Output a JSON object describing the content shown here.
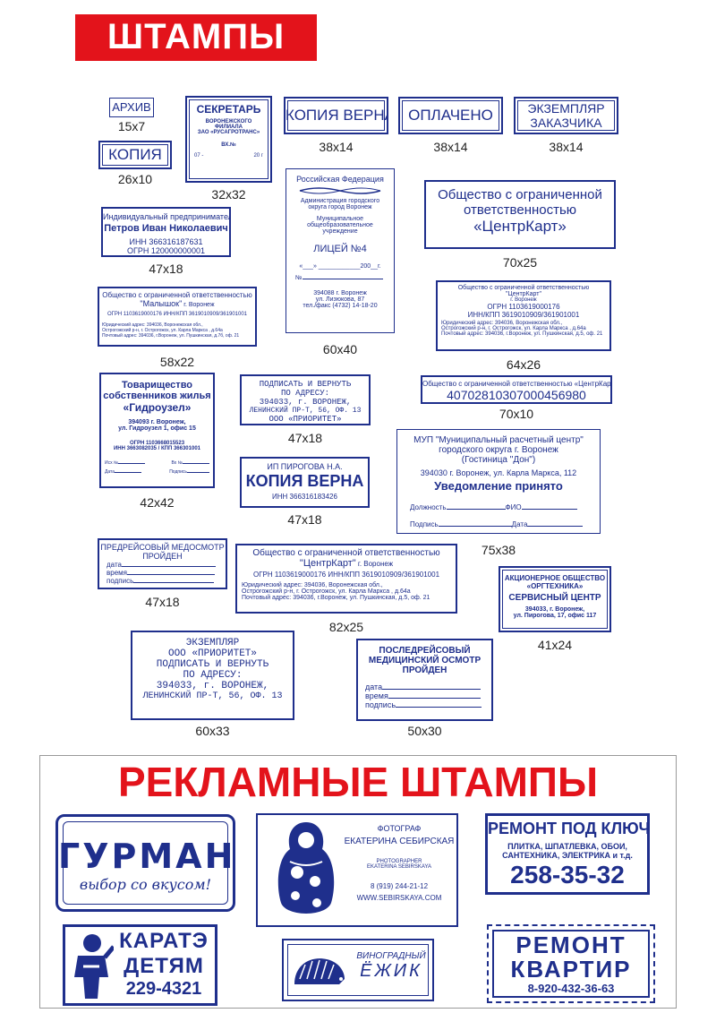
{
  "header": {
    "title": "ШТАМПЫ"
  },
  "stamps": {
    "archive": {
      "text": "АРХИВ",
      "size": "15x7"
    },
    "secretary": {
      "title": "СЕКРЕТАРЬ",
      "l1": "ВОРОНЕЖСКОГО",
      "l2": "ФИЛИАЛА",
      "l3": "ЗАО «РУСАГРОТРАНС»",
      "l4": "ВХ.№",
      "l5": "07 -",
      "l6": "20 г",
      "size": "32x32"
    },
    "kopia_verna": {
      "text": "КОПИЯ ВЕРНА",
      "size": "38x14"
    },
    "oplacheno": {
      "text": "ОПЛАЧЕНО",
      "size": "38x14"
    },
    "ekz_zakaz": {
      "l1": "ЭКЗЕМПЛЯР",
      "l2": "ЗАКАЗЧИКА",
      "size": "38x14"
    },
    "kopia": {
      "text": "КОПИЯ",
      "size": "26x10"
    },
    "ip": {
      "l1": "Индивидуальный предприниматель",
      "l2": "Петров Иван Николаевич",
      "l3": "ИНН 366316187631",
      "l4": "ОГРН 120000000001",
      "size": "47x18"
    },
    "licey": {
      "l1": "Российская Федерация",
      "l2": "Администрация городского",
      "l3": "округа город Воронеж",
      "l4": "Муниципальное",
      "l5": "общеобразовательное",
      "l6": "учреждение",
      "l7": "ЛИЦЕЙ №4",
      "l8": "«___» ____________200__г.",
      "l9": "№",
      "l10": "394088 г. Воронеж",
      "l11": "ул. Лизюкова, 87",
      "l12": "тел./факс (4732) 14-18-20",
      "size": "60x40"
    },
    "ooo_centr": {
      "l1": "Общество с ограниченной",
      "l2": "ответственностью",
      "l3": "«ЦентрКарт»",
      "size": "70x25"
    },
    "malyshok": {
      "l1": "Общество с ограниченной ответственностью",
      "l2": "\"Малышок\"",
      "l2b": " г. Воронеж",
      "l3": "ОГРН 1103619000176  ИНН/КПП 3619010909/361901001",
      "l4": "Юридический адрес: 394036, Воронежская обл.,",
      "l5": "Острогожский р-н, г. Острогожск, ул. Карла Маркса , д.64а",
      "l6": "Почтовый адрес: 394036, г.Воронеж, ул. Пушкинская, д.7б, оф. 21",
      "size": "58x22"
    },
    "centr64": {
      "l1": "Общество с ограниченной ответственностью",
      "l2": "\"ЦентрКарт\"",
      "l3": "г. Воронеж",
      "l4": "ОГРН 1103619000176",
      "l5": "ИНН/КПП 3619010909/361901001",
      "l6": "Юридический адрес: 394036, Воронежская обл.,",
      "l7": "Острогожский р-н, г. Острогожск, ул. Карла Маркса , д.64а",
      "l8": "Почтовый адрес: 394036, г.Воронеж, ул. Пушкинская, д.5, оф. 21",
      "size": "64x26"
    },
    "tszh": {
      "l1": "Товарищество",
      "l2": "собственников жилья",
      "l3": "«Гидроузел»",
      "l4": "394093 г. Воронеж,",
      "l5": "ул. Гидроузел 1, офис 15",
      "l6": "ОГРН 1103668015523",
      "l7": "ИНН 3663082035 / КПП 366301001",
      "l8": "Исх №",
      "l9": "Вх №",
      "l10": "Дата",
      "l11": "Подпись",
      "size": "42x42"
    },
    "podpisat": {
      "l1": "ПОДПИСАТЬ И ВЕРНУТЬ",
      "l2": "ПО АДРЕСУ:",
      "l3": "394033, г. ВОРОНЕЖ,",
      "l4": "ЛЕНИНСКИЙ ПР-Т, 56, ОФ. 13",
      "l5": "ООО «ПРИОРИТЕТ»",
      "size": "47x18"
    },
    "schet": {
      "l1": "Общество с ограниченной ответственностью «ЦентрКарт»",
      "l2": "40702810307000456980",
      "size": "70x10"
    },
    "pirogova": {
      "l1": "ИП ПИРОГОВА Н.А.",
      "l2": "КОПИЯ ВЕРНА",
      "l3": "ИНН 366316183426",
      "size": "47x18"
    },
    "mup": {
      "l1": "МУП \"Муниципальный расчетный центр\"",
      "l2": "городского округа г. Воронеж",
      "l3": "(Гостиница \"Дон\")",
      "l4": "394030 г. Воронеж, ул. Карла Маркса, 112",
      "l5": "Уведомление принято",
      "l6": "Должность",
      "l7": "ФИО",
      "l8": "Подпись",
      "l9": "Дата",
      "size": "75x38"
    },
    "predreis": {
      "l1": "ПРЕДРЕЙСОВЫЙ МЕДОСМОТР",
      "l2": "ПРОЙДЕН",
      "l3": "дата",
      "l4": "время",
      "l5": "подпись",
      "size": "47x18"
    },
    "centr82": {
      "l1": "Общество с ограниченной ответственностью",
      "l2": "\"ЦентрКарт\"",
      "l2b": " г. Воронеж",
      "l3": "ОГРН 1103619000176  ИНН/КПП 3619010909/361901001",
      "l4": "Юридический адрес: 394036, Воронежская обл.,",
      "l5": "Острогожский р-н, г. Острогожск, ул. Карла Маркса , д.64а",
      "l6": "Почтовый адрес: 394036, г.Воронеж, ул. Пушкинская, д.5, оф. 21",
      "size": "82x25"
    },
    "orgtehnika": {
      "l1": "АКЦИОНЕРНОЕ ОБЩЕСТВО",
      "l2": "«ОРГТЕХНИКА»",
      "l3": "СЕРВИСНЫЙ ЦЕНТР",
      "l4": "394033, г. Воронеж,",
      "l5": "ул. Пирогова, 17, офис 117",
      "size": "41x24"
    },
    "ekz_prior": {
      "l1": "ЭКЗЕМПЛЯР",
      "l2": "ООО «ПРИОРИТЕТ»",
      "l3": "ПОДПИСАТЬ И ВЕРНУТЬ",
      "l4": "ПО АДРЕСУ:",
      "l5": "394033, г. ВОРОНЕЖ,",
      "l6": "ЛЕНИНСКИЙ ПР-Т, 56, ОФ. 13",
      "size": "60x33"
    },
    "poslereis": {
      "l1": "ПОСЛЕДРЕЙСОВЫЙ",
      "l2": "МЕДИЦИНСКИЙ ОСМОТР",
      "l3": "ПРОЙДЕН",
      "l4": "дата",
      "l5": "время",
      "l6": "подпись",
      "size": "50x30"
    }
  },
  "ads": {
    "title": "РЕКЛАМНЫЕ ШТАМПЫ",
    "gurman": {
      "l1": "ГУРМАН",
      "l2": "выбор со вкусом!"
    },
    "photo": {
      "l1": "ФОТОГРАФ",
      "l2": "ЕКАТЕРИНА СЕБИРСКАЯ",
      "l3": "PHOTOGRAPHER",
      "l4": "EKATERINA SEBIRSKAYA",
      "l5": "8 (919) 244-21-12",
      "l6": "WWW.SEBIRSKAYA.COM"
    },
    "remont_kluch": {
      "l1": "РЕМОНТ ПОД КЛЮЧ",
      "l2": "ПЛИТКА, ШПАТЛЕВКА, ОБОИ,",
      "l3": "САНТЕХНИКА, ЭЛЕКТРИКА и т.д.",
      "l4": "258-35-32"
    },
    "karate": {
      "l1": "КАРАТЭ",
      "l2": "ДЕТЯМ",
      "l3": "229-4321"
    },
    "ezhik": {
      "l1": "ВИНОГРАДНЫЙ",
      "l2": "ЁЖИК"
    },
    "remont_kv": {
      "l1": "РЕМОНТ",
      "l2": "КВАРТИР",
      "l3": "8-920-432-36-63"
    }
  },
  "colors": {
    "stamp": "#1f2f8c",
    "red": "#e3131b"
  }
}
